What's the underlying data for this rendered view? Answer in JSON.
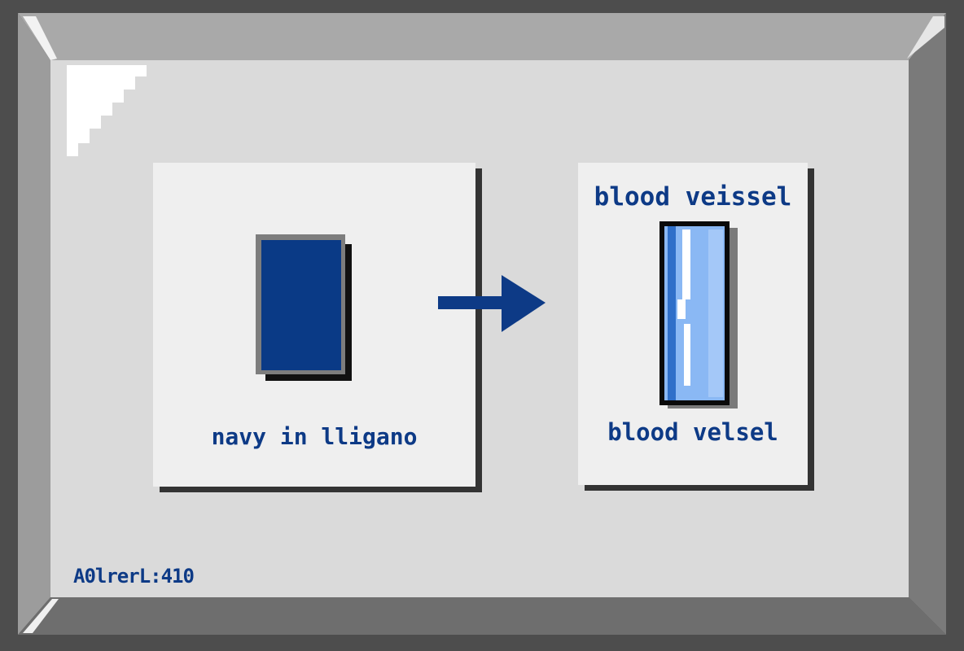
{
  "left_card": {
    "label": "navy in lligano",
    "block_color": "#0a3a86"
  },
  "right_card": {
    "title": "blood veissel",
    "label": "blood velsel",
    "vessel_color": "#7fb0f2"
  },
  "arrow": {
    "icon": "arrow-right-icon",
    "color": "#0d3a86"
  },
  "footer": {
    "code": "A0lrerL:410"
  }
}
